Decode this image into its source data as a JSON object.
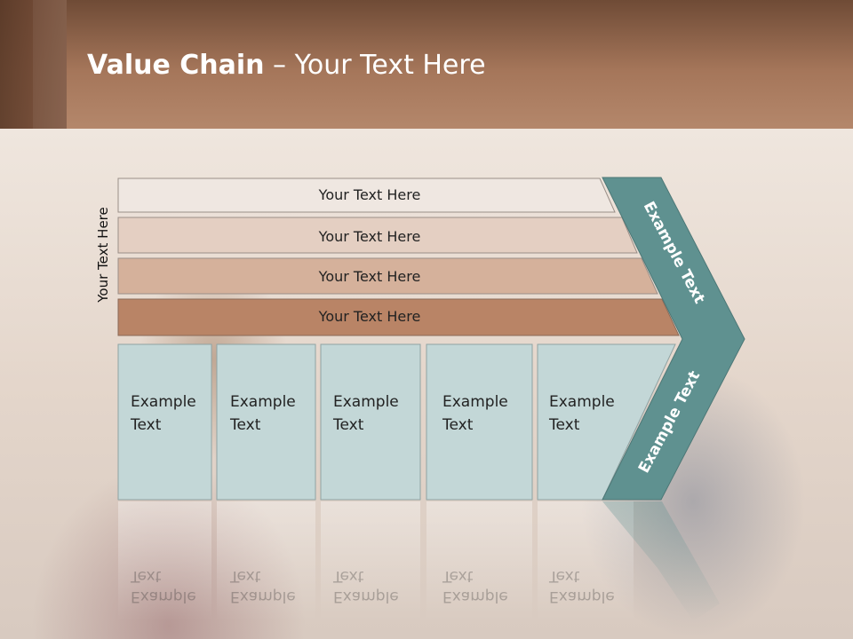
{
  "title": {
    "bold": "Value Chain",
    "rest": " – Your Text Here"
  },
  "side_label": "Your Text Here",
  "bars": [
    {
      "label": "Your Text Here",
      "color": "#efe7e1"
    },
    {
      "label": "Your Text Here",
      "color": "#e4cfc2"
    },
    {
      "label": "Your Text Here",
      "color": "#d5b19b"
    },
    {
      "label": "Your Text Here",
      "color": "#b98466"
    }
  ],
  "boxes": [
    {
      "line1": "Example",
      "line2": "Text"
    },
    {
      "line1": "Example",
      "line2": "Text"
    },
    {
      "line1": "Example",
      "line2": "Text"
    },
    {
      "line1": "Example",
      "line2": "Text"
    },
    {
      "line1": "Example",
      "line2": "Text"
    }
  ],
  "chevron_top": "Example Text",
  "chevron_bottom": "Example Text",
  "colors": {
    "box": "#c3d7d7",
    "chevron": "#5f9190",
    "header": "#a5765a"
  }
}
